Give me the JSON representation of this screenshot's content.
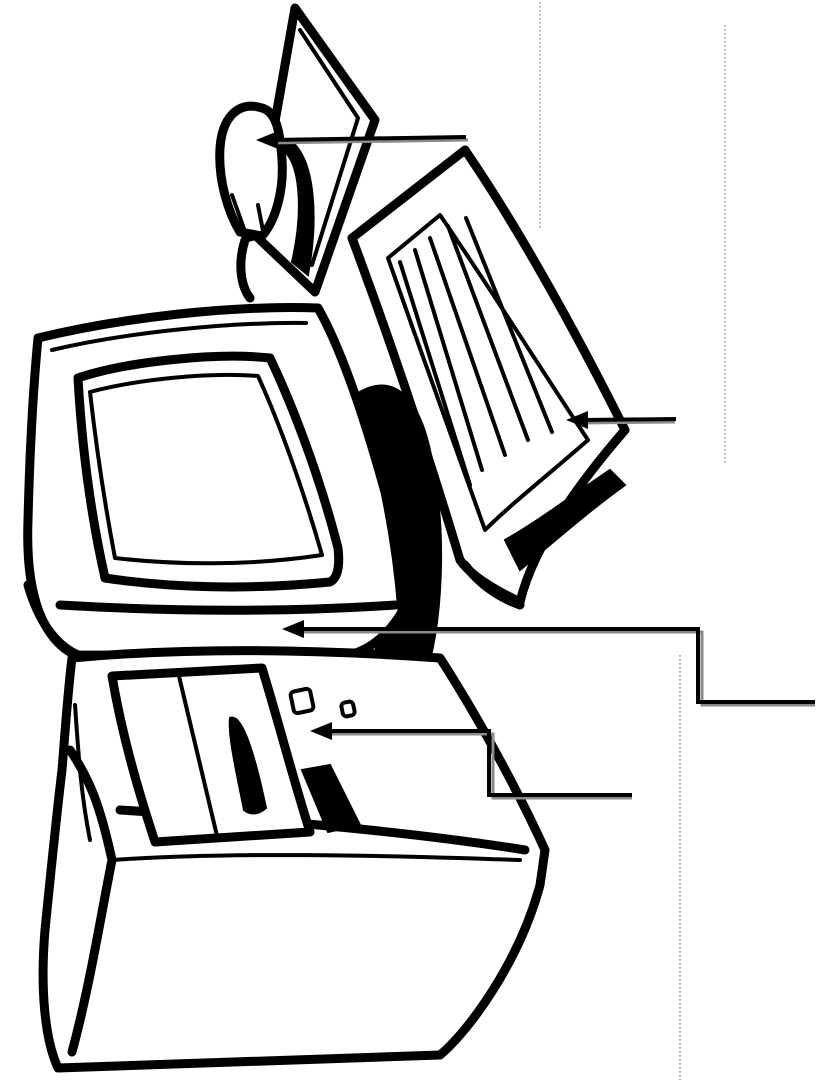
{
  "figure": {
    "parts": [
      {
        "id": "mouse",
        "icon": "mouse-icon"
      },
      {
        "id": "keyboard",
        "icon": "keyboard-icon"
      },
      {
        "id": "monitor",
        "icon": "monitor-icon"
      },
      {
        "id": "system-unit",
        "icon": "cpu-tower-icon"
      }
    ],
    "label_slots": 4,
    "colors": {
      "ink": "#000000",
      "shadow": "#8a8a8a",
      "background": "#ffffff"
    }
  }
}
